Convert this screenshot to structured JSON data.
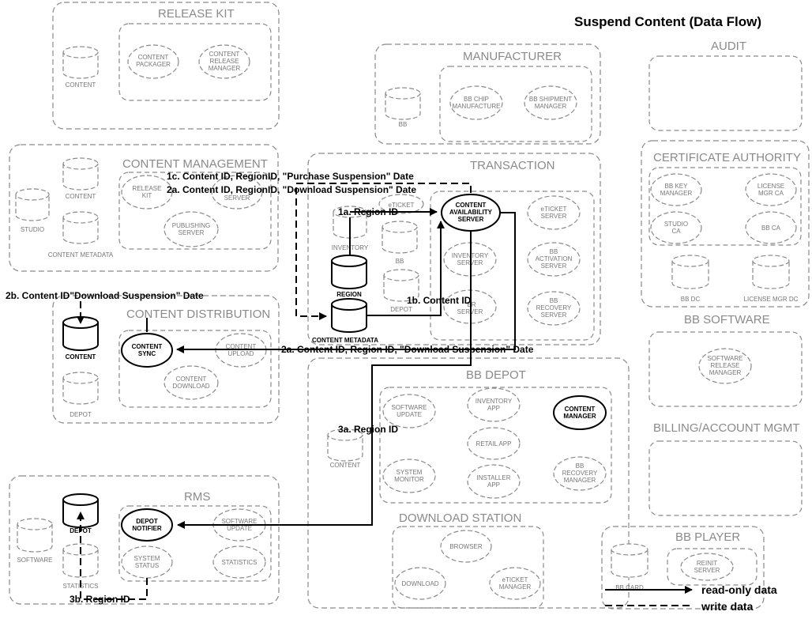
{
  "title": "Suspend Content (Data Flow)",
  "groups": {
    "release_kit": "RELEASE KIT",
    "manufacturer": "MANUFACTURER",
    "audit": "AUDIT",
    "content_management": "CONTENT MANAGEMENT",
    "transaction": "TRANSACTION",
    "certificate_authority": "CERTIFICATE AUTHORITY",
    "content_distribution": "CONTENT DISTRIBUTION",
    "bb_software": "BB SOFTWARE",
    "bb_depot": "BB DEPOT",
    "billing": "BILLING/ACCOUNT MGMT",
    "rms": "RMS",
    "download_station": "DOWNLOAD STATION",
    "bb_player": "BB PLAYER"
  },
  "nodes": {
    "rk_content": "CONTENT",
    "rk_packager": [
      "CONTENT",
      "PACKAGER"
    ],
    "rk_release_manager": [
      "CONTENT",
      "RELEASE",
      "MANAGER"
    ],
    "mf_bb": "BB",
    "mf_chip": [
      "BB CHIP",
      "MANUFACTURE"
    ],
    "mf_shipment": [
      "BB SHIPMENT",
      "MANAGER"
    ],
    "cm_studio": "STUDIO",
    "cm_content": "CONTENT",
    "cm_metadata": "CONTENT METADATA",
    "cm_release_kit": [
      "RELEASE",
      "KIT"
    ],
    "cm_server": "SERVER",
    "cm_publishing": [
      "PUBLISHING",
      "SERVER"
    ],
    "tx_inventory": "INVENTORY",
    "tx_region": "REGION",
    "tx_content_metadata": "CONTENT METADATA",
    "tx_bb": "BB",
    "tx_depot": "DEPOT",
    "tx_eticket_small": "eTICKET",
    "tx_cas": [
      "CONTENT",
      "AVAILABILITY",
      "SERVER"
    ],
    "tx_inventory_server": [
      "INVENTORY",
      "SERVER"
    ],
    "tx_er_server": [
      "ER",
      "SERVER"
    ],
    "tx_eticket_server": [
      "eTICKET",
      "SERVER"
    ],
    "tx_activation": [
      "BB",
      "ACTIVATION",
      "SERVER"
    ],
    "tx_recovery": [
      "BB",
      "RECOVERY",
      "SERVER"
    ],
    "ca_bb_key": [
      "BB KEY",
      "MANAGER"
    ],
    "ca_license": [
      "LICENSE",
      "MGR CA"
    ],
    "ca_studio": [
      "STUDIO",
      "CA"
    ],
    "ca_bbca": "BB CA",
    "ca_bbdc": "BB DC",
    "ca_license_dc": "LICENSE MGR DC",
    "cd_content": "CONTENT",
    "cd_depot": "DEPOT",
    "cd_sync": [
      "CONTENT",
      "SYNC"
    ],
    "cd_upload": [
      "CONTENT",
      "UPLOAD"
    ],
    "cd_download": [
      "CONTENT",
      "DOWNLOAD"
    ],
    "sw_release": [
      "SOFTWARE",
      "RELEASE",
      "MANAGER"
    ],
    "bd_content": "CONTENT",
    "bd_sw_update": [
      "SOFTWARE",
      "UPDATE"
    ],
    "bd_inventory_app": [
      "INVENTORY",
      "APP"
    ],
    "bd_content_manager": [
      "CONTENT",
      "MANAGER"
    ],
    "bd_retail": "RETAIL APP",
    "bd_sys_monitor": [
      "SYSTEM",
      "MONITOR"
    ],
    "bd_installer": [
      "INSTALLER",
      "APP"
    ],
    "bd_recovery": [
      "BB",
      "RECOVERY",
      "MANAGER"
    ],
    "rms_software": "SOFTWARE",
    "rms_depot": "DEPOT",
    "rms_statistics_db": "STATISTICS",
    "rms_notifier": [
      "DEPOT",
      "NOTIFIER"
    ],
    "rms_sw_update": [
      "SOFTWARE",
      "UPDATE"
    ],
    "rms_sys_status": [
      "SYSTEM",
      "STATUS"
    ],
    "rms_statistics": "STATISTICS",
    "ds_browser": "BROWSER",
    "ds_download": "DOWNLOAD",
    "ds_eticket": [
      "eTICKET",
      "MANAGER"
    ],
    "bp_card": "BB CARD",
    "bp_reinit": [
      "REINIT",
      "SERVER"
    ]
  },
  "flows": {
    "f1c": "1c. Content ID, RegionID, \"Purchase Suspension\" Date",
    "f2a_top": "2a. Content ID, RegionID, \"Download Suspension\" Date",
    "f1a": "1a. Region ID",
    "f1b": "1b. Content ID",
    "f2b": "2b. Content ID\"Download Suspension\" Date",
    "f2a": "2a. Content ID, Region ID, \"Download Suspension\" Date",
    "f3a": "3a. Region ID",
    "f3b": "3b. Region ID"
  },
  "legend": {
    "read_only": "read-only data",
    "write": "write data"
  }
}
